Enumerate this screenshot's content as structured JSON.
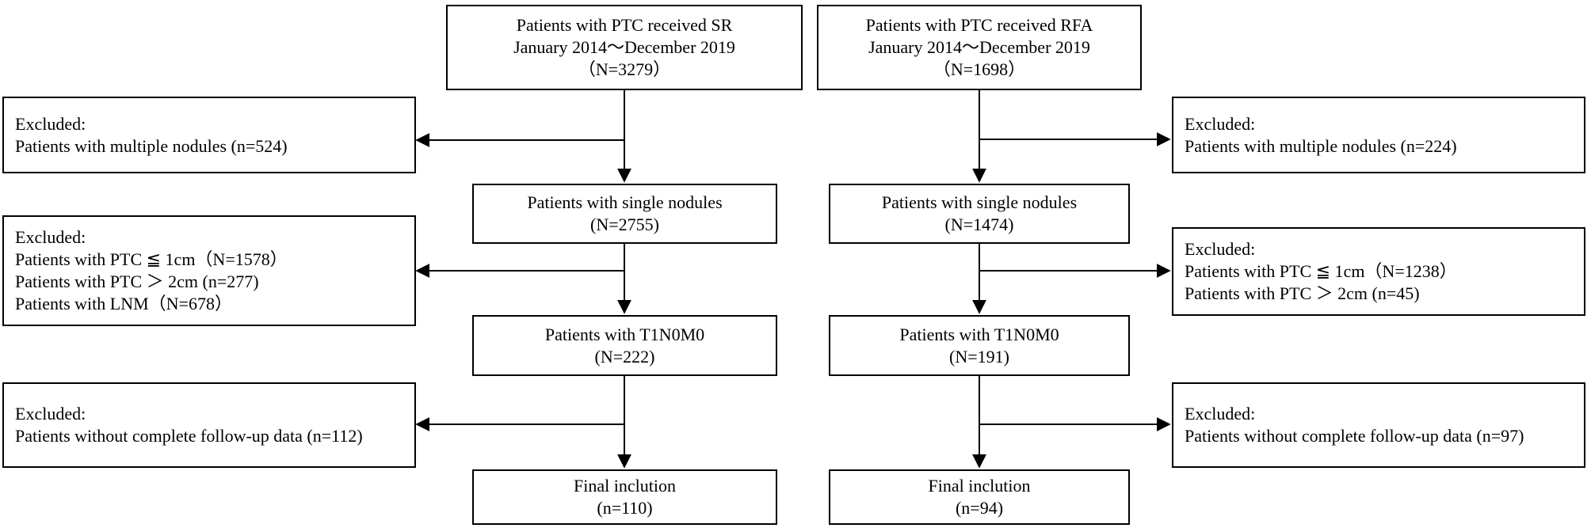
{
  "diagram": {
    "sr": {
      "start": [
        "Patients with PTC received SR",
        "January 2014～December 2019",
        "（N=3279）"
      ],
      "excl1": [
        "Excluded:",
        "Patients with multiple nodules (n=524)"
      ],
      "single": [
        "Patients with single nodules",
        "(N=2755)"
      ],
      "excl2": [
        "Excluded:",
        "Patients with PTC ≦ 1cm（N=1578）",
        "Patients with PTC ＞ 2cm (n=277)",
        "Patients with LNM（N=678）"
      ],
      "t1": [
        "Patients with T1N0M0",
        "(N=222)"
      ],
      "excl3": [
        "Excluded:",
        "Patients without complete follow-up data (n=112)"
      ],
      "final": [
        "Final inclution",
        "(n=110)"
      ]
    },
    "rfa": {
      "start": [
        "Patients with PTC received RFA",
        "January 2014～December 2019",
        "（N=1698）"
      ],
      "excl1": [
        "Excluded:",
        "Patients with multiple nodules (n=224)"
      ],
      "single": [
        "Patients with single nodules",
        "(N=1474)"
      ],
      "excl2": [
        "Excluded:",
        "Patients with PTC ≦ 1cm（N=1238）",
        "Patients with PTC ＞ 2cm (n=45)"
      ],
      "t1": [
        "Patients with T1N0M0",
        "(N=191)"
      ],
      "excl3": [
        "Excluded:",
        "Patients without complete follow-up data (n=97)"
      ],
      "final": [
        "Final inclution",
        "(n=94)"
      ]
    }
  }
}
